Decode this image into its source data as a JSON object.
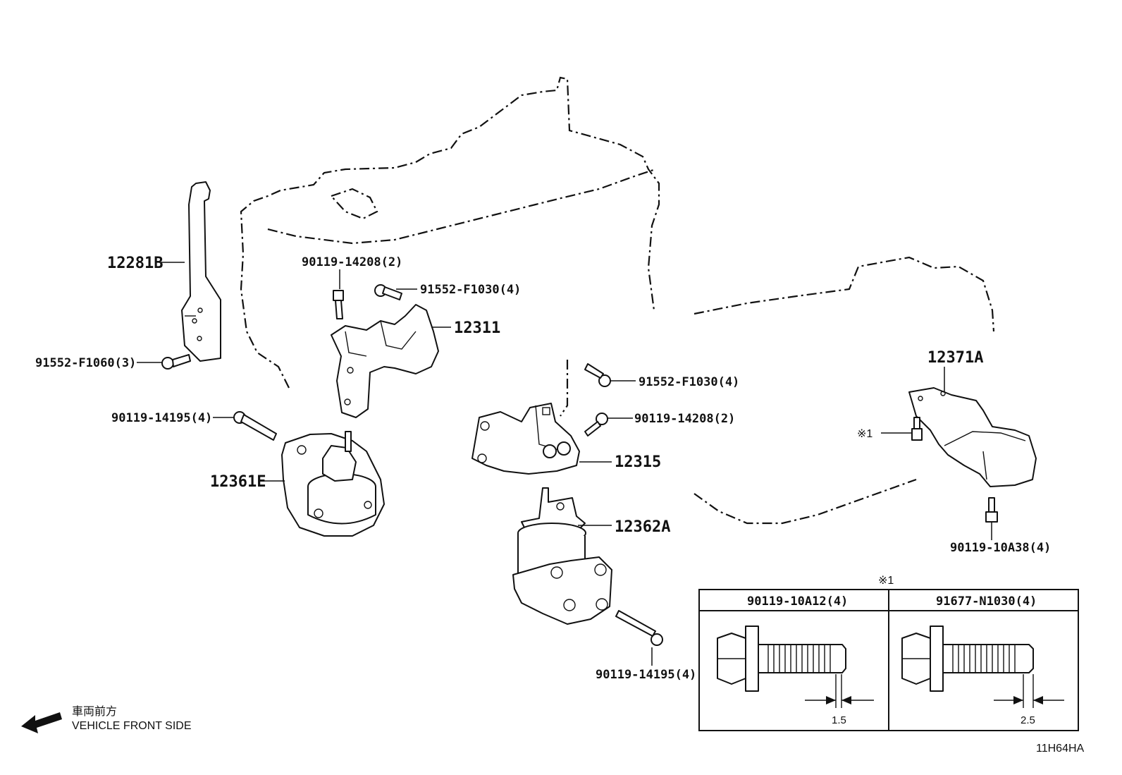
{
  "parts": {
    "p12281B": "12281B",
    "p91552_F1060": "91552-F1060(3)",
    "p90119_14208_a": "90119-14208(2)",
    "p91552_F1030_a": "91552-F1030(4)",
    "p12311": "12311",
    "p90119_14195_a": "90119-14195(4)",
    "p12361E": "12361E",
    "p91552_F1030_b": "91552-F1030(4)",
    "p90119_14208_b": "90119-14208(2)",
    "p12315": "12315",
    "p12362A": "12362A",
    "p90119_14195_b": "90119-14195(4)",
    "p12371A": "12371A",
    "note_mark": "※1",
    "p90119_10A38": "90119-10A38(4)"
  },
  "bolt_table": {
    "mark": "※1",
    "columns": [
      {
        "header": "90119-10A12(4)",
        "dimension": "1.5"
      },
      {
        "header": "91677-N1030(4)",
        "dimension": "2.5"
      }
    ]
  },
  "direction": {
    "japanese": "車両前方",
    "english": "VEHICLE FRONT SIDE"
  },
  "diagram_code": "11H64HA"
}
